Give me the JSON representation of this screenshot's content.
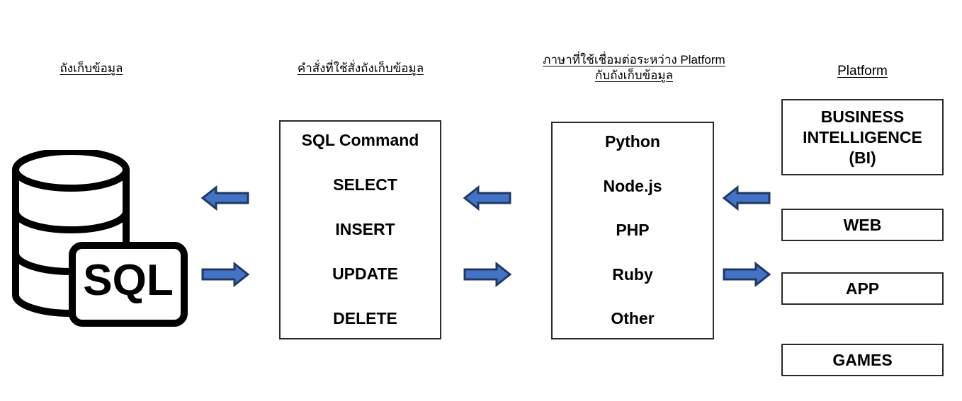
{
  "diagram": {
    "title_row": [
      {
        "id": "storage",
        "label": "ถังเก็บข้อมูล"
      },
      {
        "id": "command",
        "label": "คำสั่งที่ใช้สั่งถังเก็บข้อมูล"
      },
      {
        "id": "language",
        "label_line1": "ภาษาที่ใช้เชื่อมต่อระหว่าง Platform",
        "label_line2": "กับถังเก็บข้อมูล"
      },
      {
        "id": "platform",
        "label": "Platform"
      }
    ],
    "database_icon": {
      "name": "sql-database-cylinder",
      "badge_label": "SQL"
    },
    "command_box": {
      "title": "SQL Command",
      "items": [
        "SELECT",
        "INSERT",
        "UPDATE",
        "DELETE"
      ]
    },
    "language_box": {
      "items": [
        "Python",
        "Node.js",
        "PHP",
        "Ruby",
        "Other"
      ]
    },
    "platform_boxes": [
      {
        "label": "BUSINESS\nINTELLIGENCE\n(BI)"
      },
      {
        "label": "WEB"
      },
      {
        "label": "APP"
      },
      {
        "label": "GAMES"
      }
    ],
    "arrows": [
      {
        "id": "l1",
        "direction": "left"
      },
      {
        "id": "r1",
        "direction": "right"
      },
      {
        "id": "l2",
        "direction": "left"
      },
      {
        "id": "r2",
        "direction": "right"
      },
      {
        "id": "l3",
        "direction": "left"
      },
      {
        "id": "r3",
        "direction": "right"
      }
    ],
    "colors": {
      "arrow_fill": "#4472C4",
      "arrow_stroke": "#1F3864",
      "box_border": "#2a2a2a",
      "text": "#000000",
      "background": "#ffffff"
    }
  }
}
